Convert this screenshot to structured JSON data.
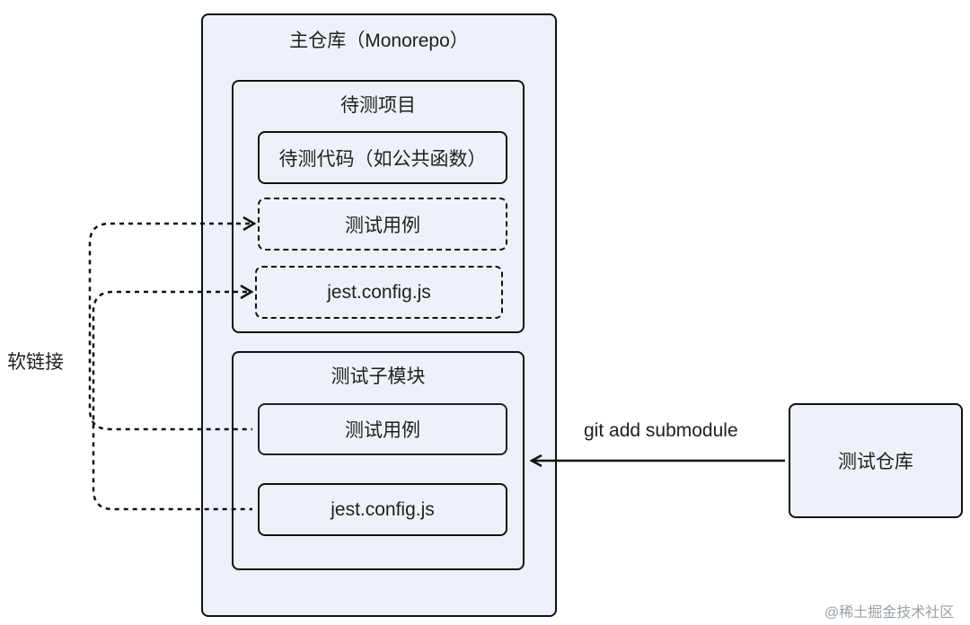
{
  "main_repo": {
    "title": "主仓库（Monorepo）"
  },
  "project": {
    "title": "待测项目",
    "code_box": "待测代码（如公共函数）",
    "test_cases_box": "测试用例",
    "jest_config_box": "jest.config.js"
  },
  "submodule": {
    "title": "测试子模块",
    "test_cases_box": "测试用例",
    "jest_config_box": "jest.config.js"
  },
  "test_repo": {
    "label": "测试仓库"
  },
  "edge_labels": {
    "symlink": "软链接",
    "git_add": "git add submodule"
  },
  "watermark": "@稀土掘金技术社区"
}
